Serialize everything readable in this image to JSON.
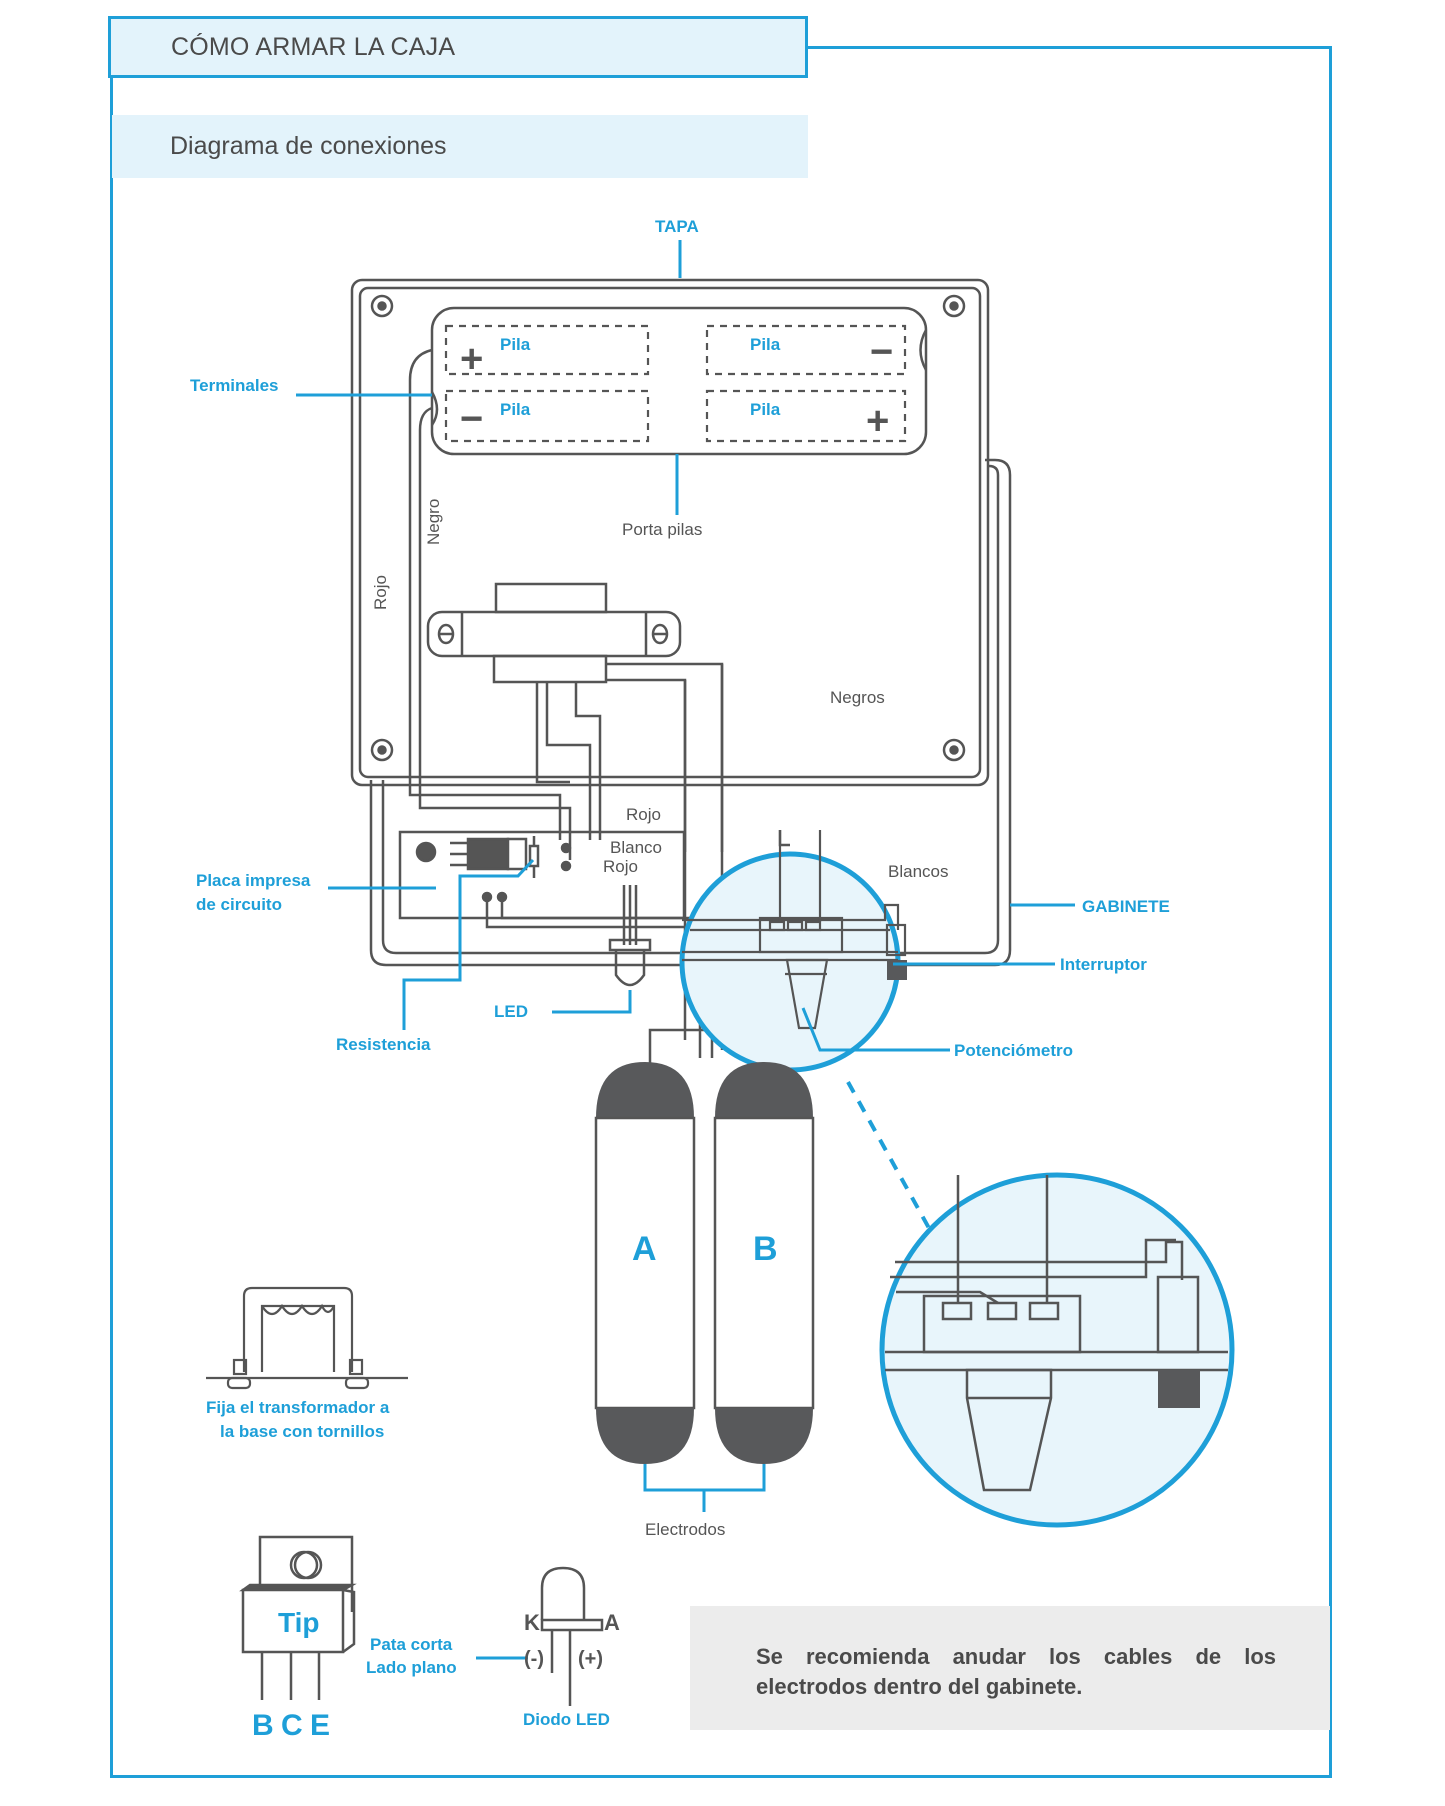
{
  "header": {
    "title": "CÓMO ARMAR LA CAJA",
    "subtitle": "Diagrama  de conexiones"
  },
  "colors": {
    "accent": "#1e9fd8",
    "accent_light": "#e3f3fb",
    "line": "#555555",
    "dark_fill": "#58595b",
    "note_bg": "#ececec"
  },
  "labels": {
    "tapa": "TAPA",
    "terminales": "Terminales",
    "pila": "Pila",
    "porta_pilas": "Porta pilas",
    "rojo": "Rojo",
    "negro": "Negro",
    "negros": "Negros",
    "rojo_top": "Rojo",
    "blanco": "Blanco",
    "rojo_bottom": "Rojo",
    "blancos": "Blancos",
    "gabinete": "GABINETE",
    "interruptor": "Interruptor",
    "placa_line1": "Placa impresa",
    "placa_line2": "de circuito",
    "resistencia": "Resistencia",
    "led": "LED",
    "potenciometro": "Potenciómetro",
    "electrode_a": "A",
    "electrode_b": "B",
    "electrodos": "Electrodos",
    "transformer_line1": "Fija el transformador a",
    "transformer_line2": "la base con tornillos",
    "tip": "Tip",
    "pin_b": "B",
    "pin_c": "C",
    "pin_e": "E",
    "pata_line1": "Pata corta",
    "pata_line2": "Lado plano",
    "k": "K",
    "a": "A",
    "minus": "(-)",
    "plus": "(+)",
    "diodo_led": "Diodo LED",
    "plus_sign": "+",
    "minus_sign": "−"
  },
  "note": {
    "text": "Se recomienda anudar los cables de los electrodos dentro del gabinete."
  }
}
